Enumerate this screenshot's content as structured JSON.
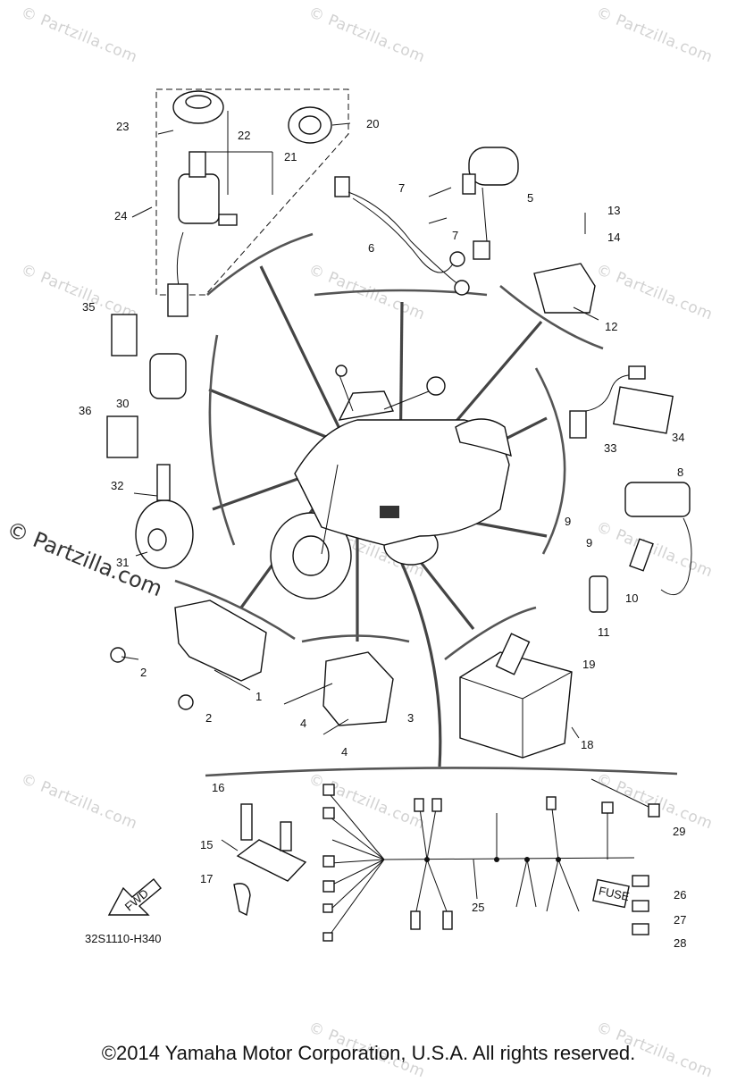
{
  "watermark": "© Partzilla.com",
  "diagram_code": "32S1110-H340",
  "copyright": "©2014  Yamaha Motor Corporation, U.S.A. All rights reserved.",
  "fwd_label": "FWD",
  "fuse_label": "FUSE",
  "callouts": [
    "1",
    "2",
    "2",
    "3",
    "4",
    "4",
    "5",
    "6",
    "7",
    "7",
    "8",
    "9",
    "9",
    "10",
    "11",
    "12",
    "13",
    "14",
    "15",
    "16",
    "17",
    "18",
    "19",
    "20",
    "21",
    "22",
    "23",
    "24",
    "25",
    "26",
    "27",
    "28",
    "29",
    "30",
    "31",
    "32",
    "33",
    "34",
    "35",
    "36"
  ]
}
